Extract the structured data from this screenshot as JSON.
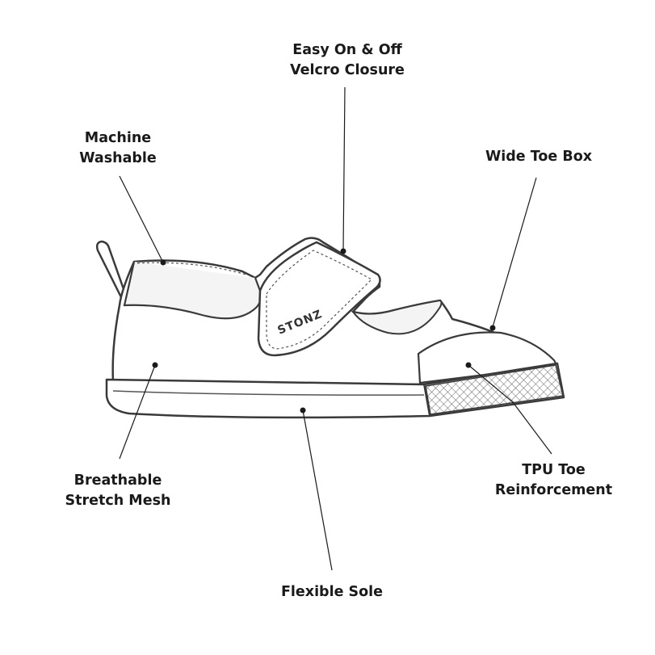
{
  "diagram": {
    "brand_logo_text": "STONZ",
    "callouts": [
      {
        "id": "velcro",
        "lines": [
          "Easy On & Off",
          "Velcro Closure"
        ]
      },
      {
        "id": "washable",
        "lines": [
          "Machine",
          "Washable"
        ]
      },
      {
        "id": "toe-box",
        "lines": [
          "Wide Toe Box"
        ]
      },
      {
        "id": "mesh",
        "lines": [
          "Breathable",
          "Stretch Mesh"
        ]
      },
      {
        "id": "tpu",
        "lines": [
          "TPU Toe",
          "Reinforcement"
        ]
      },
      {
        "id": "sole",
        "lines": [
          "Flexible Sole"
        ]
      }
    ]
  },
  "colors": {
    "ink": "#1a1a1a",
    "outline": "#3a3a3a",
    "background": "#ffffff"
  }
}
